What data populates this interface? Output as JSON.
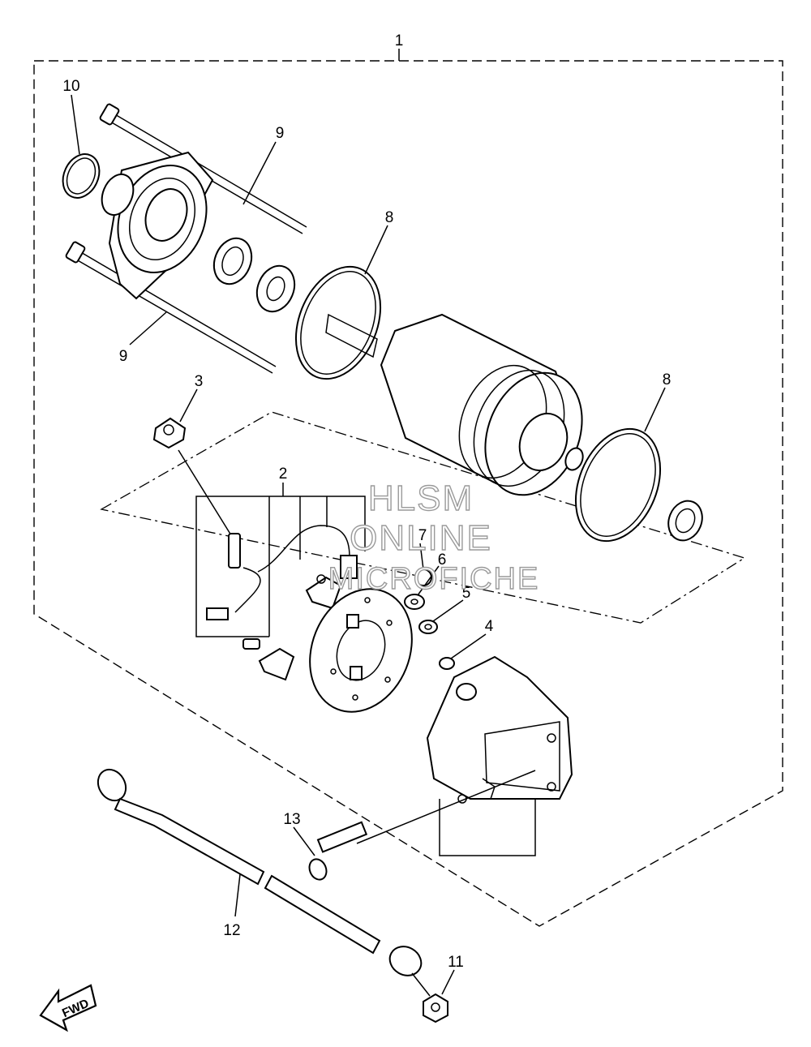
{
  "callouts": {
    "c1": "1",
    "c2": "2",
    "c3": "3",
    "c4": "4",
    "c5": "5",
    "c6": "6",
    "c7": "7",
    "c8a": "8",
    "c8b": "8",
    "c9a": "9",
    "c9b": "9",
    "c10": "10",
    "c11": "11",
    "c12": "12",
    "c13": "13"
  },
  "watermark": {
    "line1": "HLSM",
    "line2": "ONLINE",
    "line3": "MICROFICHE"
  },
  "direction_badge": {
    "label": "FWD"
  },
  "icons": {
    "direction": "fwd-arrow-icon"
  }
}
